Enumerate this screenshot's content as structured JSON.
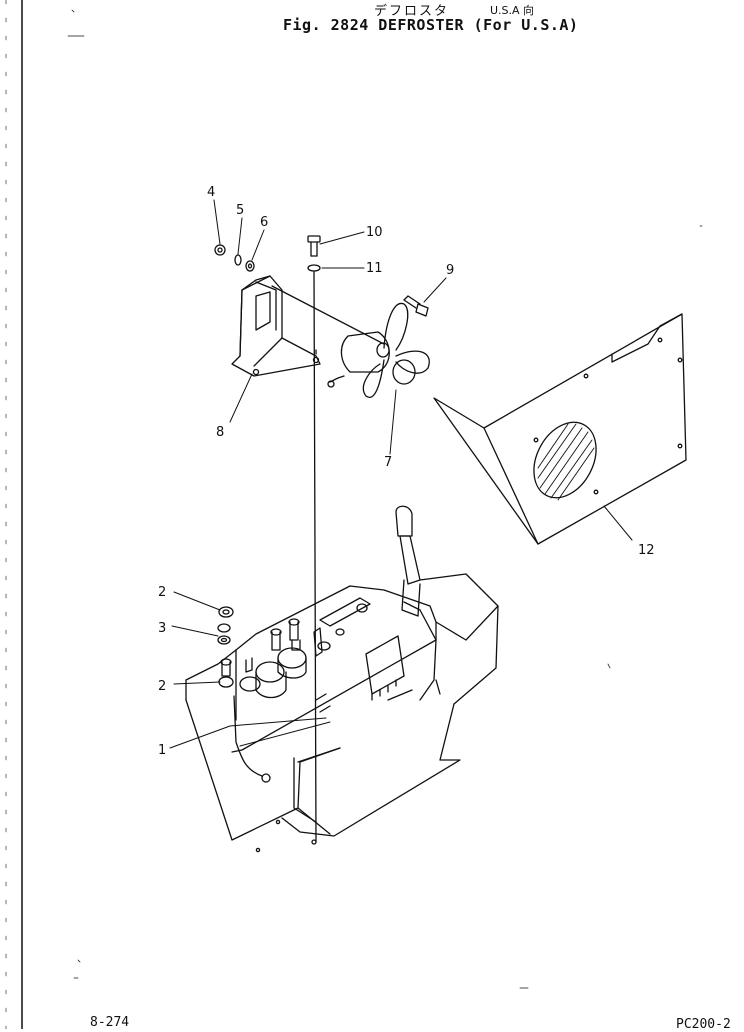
{
  "header": {
    "japanese_title": "デフロスタ",
    "usa_note": "U.S.A 向",
    "main_title": "Fig. 2824   DEFROSTER (For U.S.A)"
  },
  "footer": {
    "page_number": "8-274",
    "model": "PC200-2"
  },
  "callouts": [
    "1",
    "2",
    "2",
    "3",
    "4",
    "5",
    "6",
    "7",
    "8",
    "9",
    "10",
    "11",
    "12"
  ],
  "colors": {
    "ink": "#111111",
    "paper": "#ffffff"
  }
}
